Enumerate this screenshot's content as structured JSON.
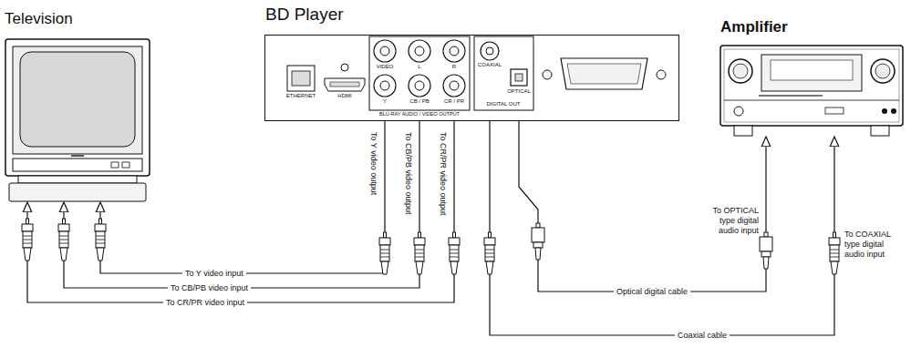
{
  "diagram": {
    "nodes": [
      {
        "text": [
          "Television"
        ]
      },
      {
        "text": [
          "BD Player"
        ]
      },
      {
        "text": [
          "Amplifier"
        ]
      }
    ],
    "edges": [
      {
        "from": 1,
        "to": 0,
        "arrow": "to",
        "label": "To Y video input"
      },
      {
        "from": 1,
        "to": 0,
        "arrow": "to",
        "label": "To CB/PB video input"
      },
      {
        "from": 1,
        "to": 0,
        "arrow": "to",
        "label": "To CR/PR video input"
      },
      {
        "from": 1,
        "to": 2,
        "arrow": "to",
        "label": "Optical digital cable"
      },
      {
        "from": 1,
        "to": 2,
        "arrow": "to",
        "label": "Coaxial cable"
      }
    ],
    "labels": [
      "ETHERNET",
      "HDMI",
      "VIDEO",
      "L",
      "R",
      "Y",
      "CB / PB",
      "CR / PR",
      "BLU-RAY AUDIO / VIDEO OUTPUT",
      "COAXIAL",
      "OPTICAL",
      "DIGITAL OUT",
      "To Y video output",
      "To CB/PB video output",
      "To CR/PR video output",
      "To OPTICAL type digital audio input",
      "To COAXIAL type digital audio input"
    ]
  }
}
